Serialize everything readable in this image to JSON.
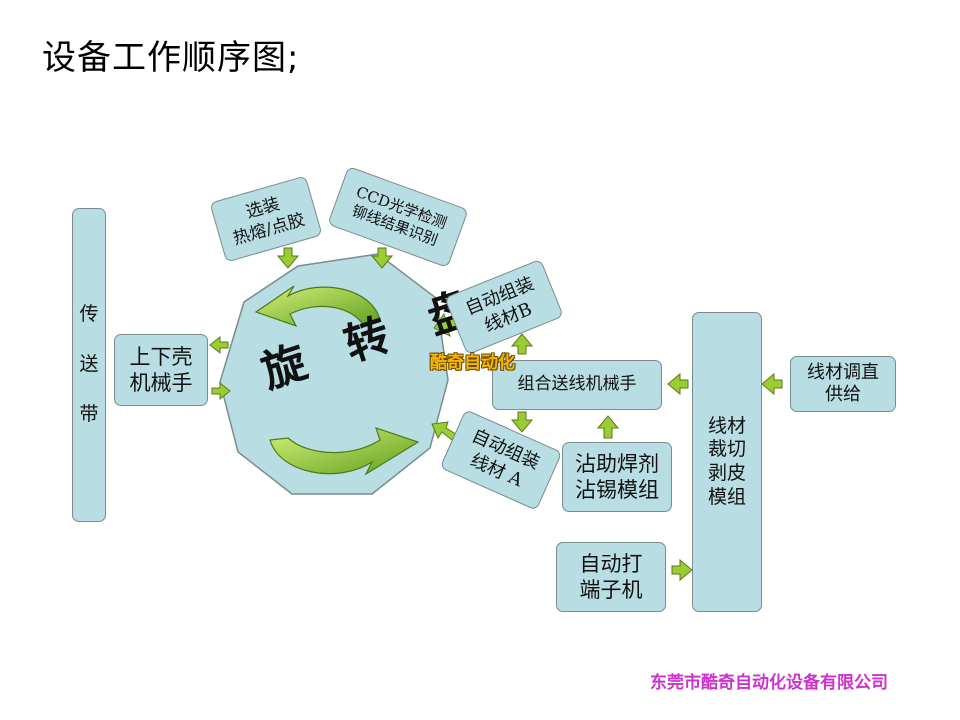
{
  "title": "设备工作顺序图;",
  "dial": {
    "label": "旋 转 盘"
  },
  "watermark": "酷奇自动化",
  "footer": "东莞市酷奇自动化设备有限公司",
  "nodes": {
    "conveyor": {
      "lines": [
        "传",
        "送",
        "带"
      ]
    },
    "shell_robot": {
      "lines": [
        "上下壳",
        "机械手"
      ]
    },
    "select_install": {
      "lines": [
        "选装",
        "热熔/点胶"
      ]
    },
    "ccd": {
      "lines": [
        "CCD光学检测",
        "铆线结果识别"
      ]
    },
    "assemble_b": {
      "lines": [
        "自动组装",
        "线材B"
      ]
    },
    "assemble_a": {
      "lines": [
        "自动组装",
        "线材 A"
      ]
    },
    "combo_feed": {
      "lines": [
        "组合送线机械手"
      ]
    },
    "flux_tin": {
      "lines": [
        "沾助焊剂",
        "沾锡模组"
      ]
    },
    "auto_terminal": {
      "lines": [
        "自动打",
        "端子机"
      ]
    },
    "cut_strip": {
      "lines": [
        "线材",
        "裁切",
        "剥皮",
        "模组"
      ]
    },
    "straighten": {
      "lines": [
        "线材调直",
        "供给"
      ]
    }
  },
  "colors": {
    "box_fill": "#b8dde2",
    "arrow_fill": "#9acd32",
    "arrow_stroke": "#5a7a1a",
    "footer": "#cc33cc",
    "watermark": "#f5b50a"
  }
}
